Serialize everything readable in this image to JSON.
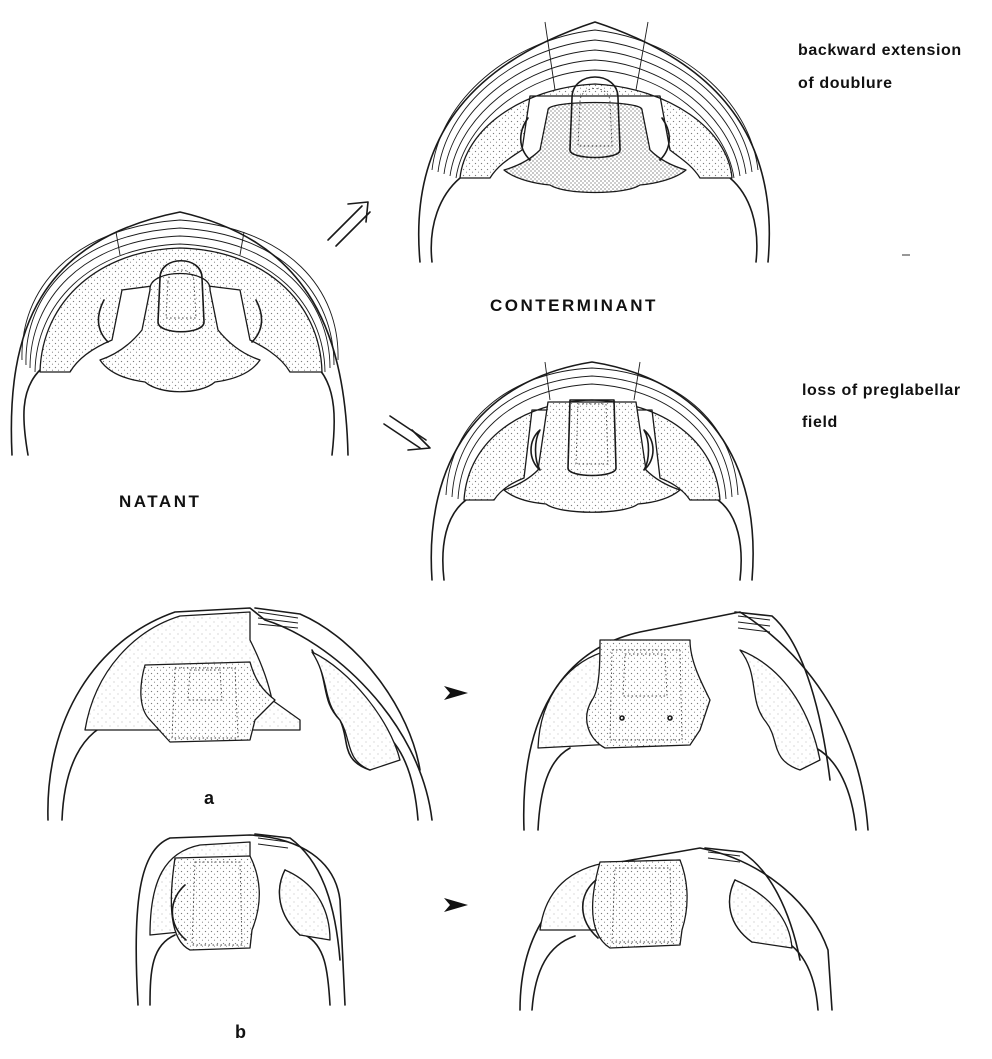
{
  "labels": {
    "natant": "NATANT",
    "conterminant": "CONTERMINANT",
    "annotation_top_line1": "backward extension",
    "annotation_top_line2": "of doublure",
    "annotation_mid_line1": "loss of preglabellar",
    "annotation_mid_line2": "field",
    "row_a": "a",
    "row_b": "b"
  },
  "style": {
    "ink": "#1a1a1a",
    "stipple": "#9a9a9a",
    "paper": "#ffffff"
  }
}
